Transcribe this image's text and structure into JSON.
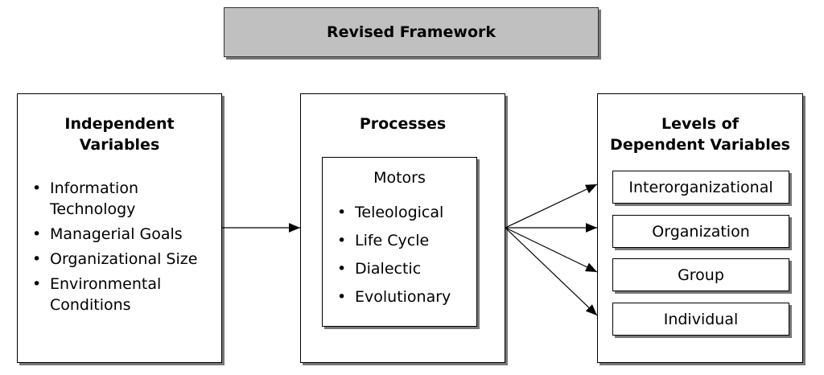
{
  "title": "Revised Framework",
  "independent": {
    "heading_line1": "Independent",
    "heading_line2": "Variables",
    "items": [
      "Information Technology",
      "Managerial Goals",
      "Organizational Size",
      "Environmental Conditions"
    ]
  },
  "processes": {
    "heading": "Processes",
    "motors_label": "Motors",
    "items": [
      "Teleological",
      "Life Cycle",
      "Dialectic",
      "Evolutionary"
    ]
  },
  "dependent": {
    "heading_line1": "Levels of",
    "heading_line2": "Dependent Variables",
    "levels": [
      "Interorganizational",
      "Organization",
      "Group",
      "Individual"
    ]
  }
}
